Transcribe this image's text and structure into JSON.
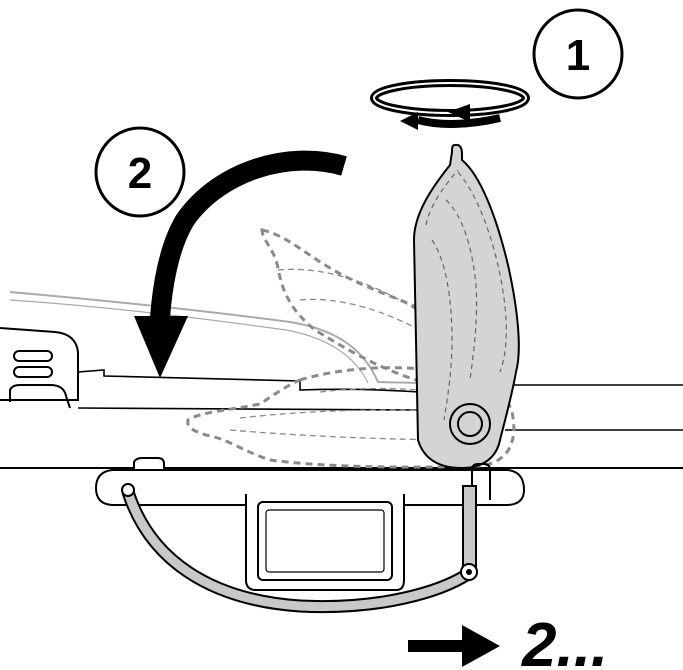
{
  "steps": {
    "step1": {
      "number": "1"
    },
    "step2": {
      "number": "2"
    }
  },
  "continuation": {
    "label": "2..."
  },
  "colors": {
    "ink": "#000000",
    "fill_gray": "#d4d4d4",
    "dashed_gray": "#8a8a8a",
    "light_line": "#aaaaaa"
  },
  "icons": {
    "rotate": "rotate-arrow-icon",
    "fold": "curved-arrow-icon",
    "next": "right-arrow-icon"
  }
}
